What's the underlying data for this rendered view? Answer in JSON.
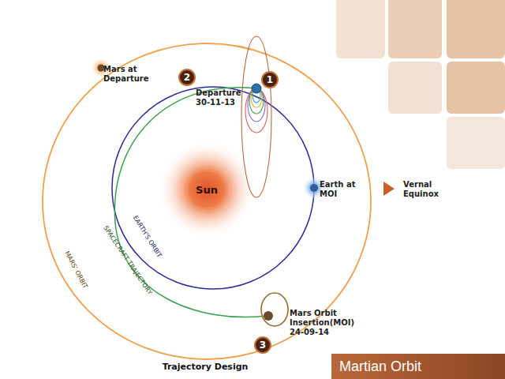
{
  "diagram": {
    "caption": "Trajectory Design",
    "nodes": [
      {
        "text": [
          "Sun"
        ]
      },
      {
        "text": [
          "1"
        ]
      },
      {
        "text": [
          "2"
        ]
      },
      {
        "text": [
          "3"
        ]
      },
      {
        "text": [
          "Martian Orbit"
        ]
      }
    ],
    "edges": [],
    "labels": [
      "Mars at Departure",
      "Departure 30-11-13",
      "Earth at MOI",
      "Vernal Equinox",
      "EARTH'S ORBIT",
      "SPACECRAFT TRAJECTORY",
      "MARS' ORBIT",
      "Mars Orbit Insertion(MOI) 24-09-14"
    ]
  }
}
